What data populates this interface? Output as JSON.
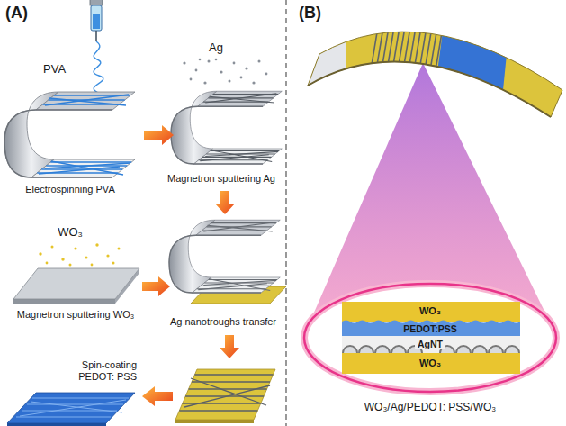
{
  "diagram": {
    "labels": [
      "(A)",
      "PVA",
      "Ag",
      "Electrospinning PVA",
      "Magnetron sputtering Ag",
      "WO₃",
      "Magnetron sputtering WO₃",
      "Ag nanotroughs transfer",
      "Spin-coating PEDOT: PSS",
      "(B)",
      "WO₃",
      "PEDOT:PSS",
      "AgNT",
      "WO₃",
      "WO₃/Ag/PEDOT: PSS/WO₃"
    ]
  }
}
